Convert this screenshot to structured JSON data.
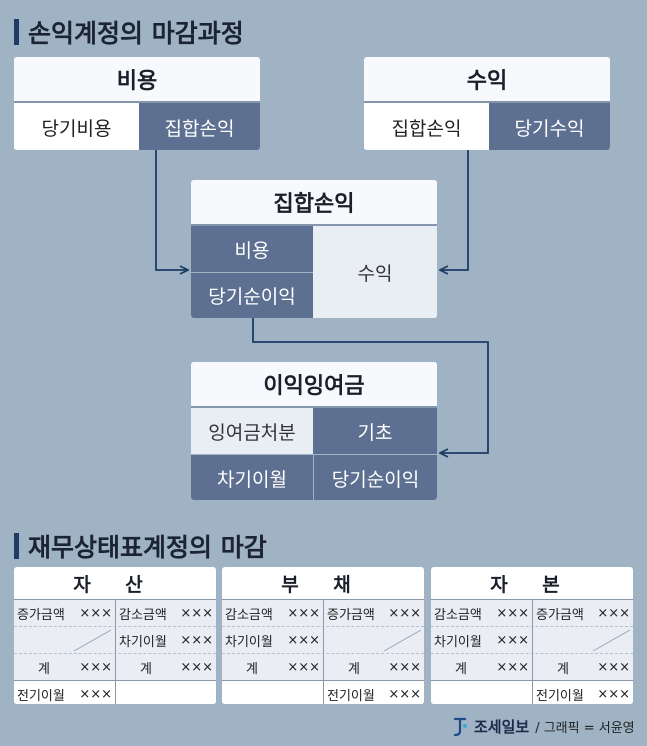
{
  "section1": {
    "title": "손익계정의 마감과정"
  },
  "expense": {
    "title": "비용",
    "left": "당기비용",
    "right": "집합손익"
  },
  "revenue": {
    "title": "수익",
    "left": "집합손익",
    "right": "당기수익"
  },
  "summary": {
    "title": "집합손익",
    "top_left": "비용",
    "bottom_left": "당기순이익",
    "right": "수익"
  },
  "retained": {
    "title": "이익잉여금",
    "top_left": "잉여금처분",
    "top_right": "기초",
    "bottom_left": "차기이월",
    "bottom_right": "당기순이익"
  },
  "section2": {
    "title": "재무상태표계정의 마감"
  },
  "t_accounts": {
    "asset": {
      "title": "자 산",
      "row1": [
        "증가금액",
        "×××",
        "감소금액",
        "×××"
      ],
      "row2": [
        "차기이월",
        "×××"
      ],
      "row3": [
        "계",
        "×××",
        "계",
        "×××"
      ],
      "row4": [
        "전기이월",
        "×××"
      ]
    },
    "liability": {
      "title": "부 채",
      "row1": [
        "감소금액",
        "×××",
        "증가금액",
        "×××"
      ],
      "row2": [
        "차기이월",
        "×××"
      ],
      "row3": [
        "계",
        "×××",
        "계",
        "×××"
      ],
      "row4": [
        "전기이월",
        "×××"
      ]
    },
    "equity": {
      "title": "자 본",
      "row1": [
        "감소금액",
        "×××",
        "증가금액",
        "×××"
      ],
      "row2": [
        "차기이월",
        "×××"
      ],
      "row3": [
        "계",
        "×××",
        "계",
        "×××"
      ],
      "row4": [
        "전기이월",
        "×××"
      ]
    }
  },
  "footer": {
    "logo": "조세일보",
    "credit": "/ 그래픽 = 서윤영"
  },
  "colors": {
    "background": "#9fb3c5",
    "dark_cell": "#5d7091",
    "light_cell": "#e9eef5",
    "arrow": "#1e3c64"
  }
}
